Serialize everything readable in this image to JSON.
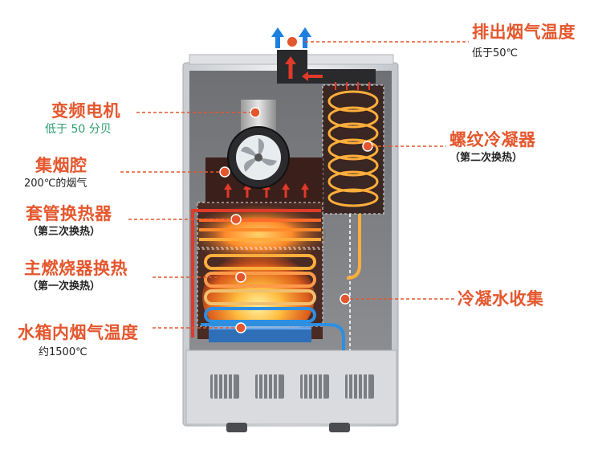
{
  "labels": {
    "exhaust_temp": {
      "title": "排出烟气温度",
      "sub": "低于50℃"
    },
    "vfd_motor": {
      "title": "变频电机",
      "sub": "低于 50 分贝"
    },
    "smoke_chamber": {
      "title": "集烟腔",
      "sub": "200℃的烟气"
    },
    "sleeve_exchanger": {
      "title": "套管换热器",
      "sub": "（第三次换热）"
    },
    "main_burner": {
      "title": "主燃烧器换热",
      "sub": "（第一次换热）"
    },
    "tank_smoke_temp": {
      "title": "水箱内烟气温度",
      "sub": "约1500℃"
    },
    "spiral_condenser": {
      "title": "螺纹冷凝器",
      "sub": "（第二次换热）"
    },
    "condensate": {
      "title": "冷凝水收集"
    }
  },
  "colors": {
    "accent": "#e4572e",
    "leader": "#e4572e",
    "flame": "#ff7a1a",
    "coil": "#ffae3b",
    "cold_pipe": "#2e8fe0",
    "hot_pipe": "#e03a2a",
    "arrow_blue": "#1f7fe0"
  }
}
